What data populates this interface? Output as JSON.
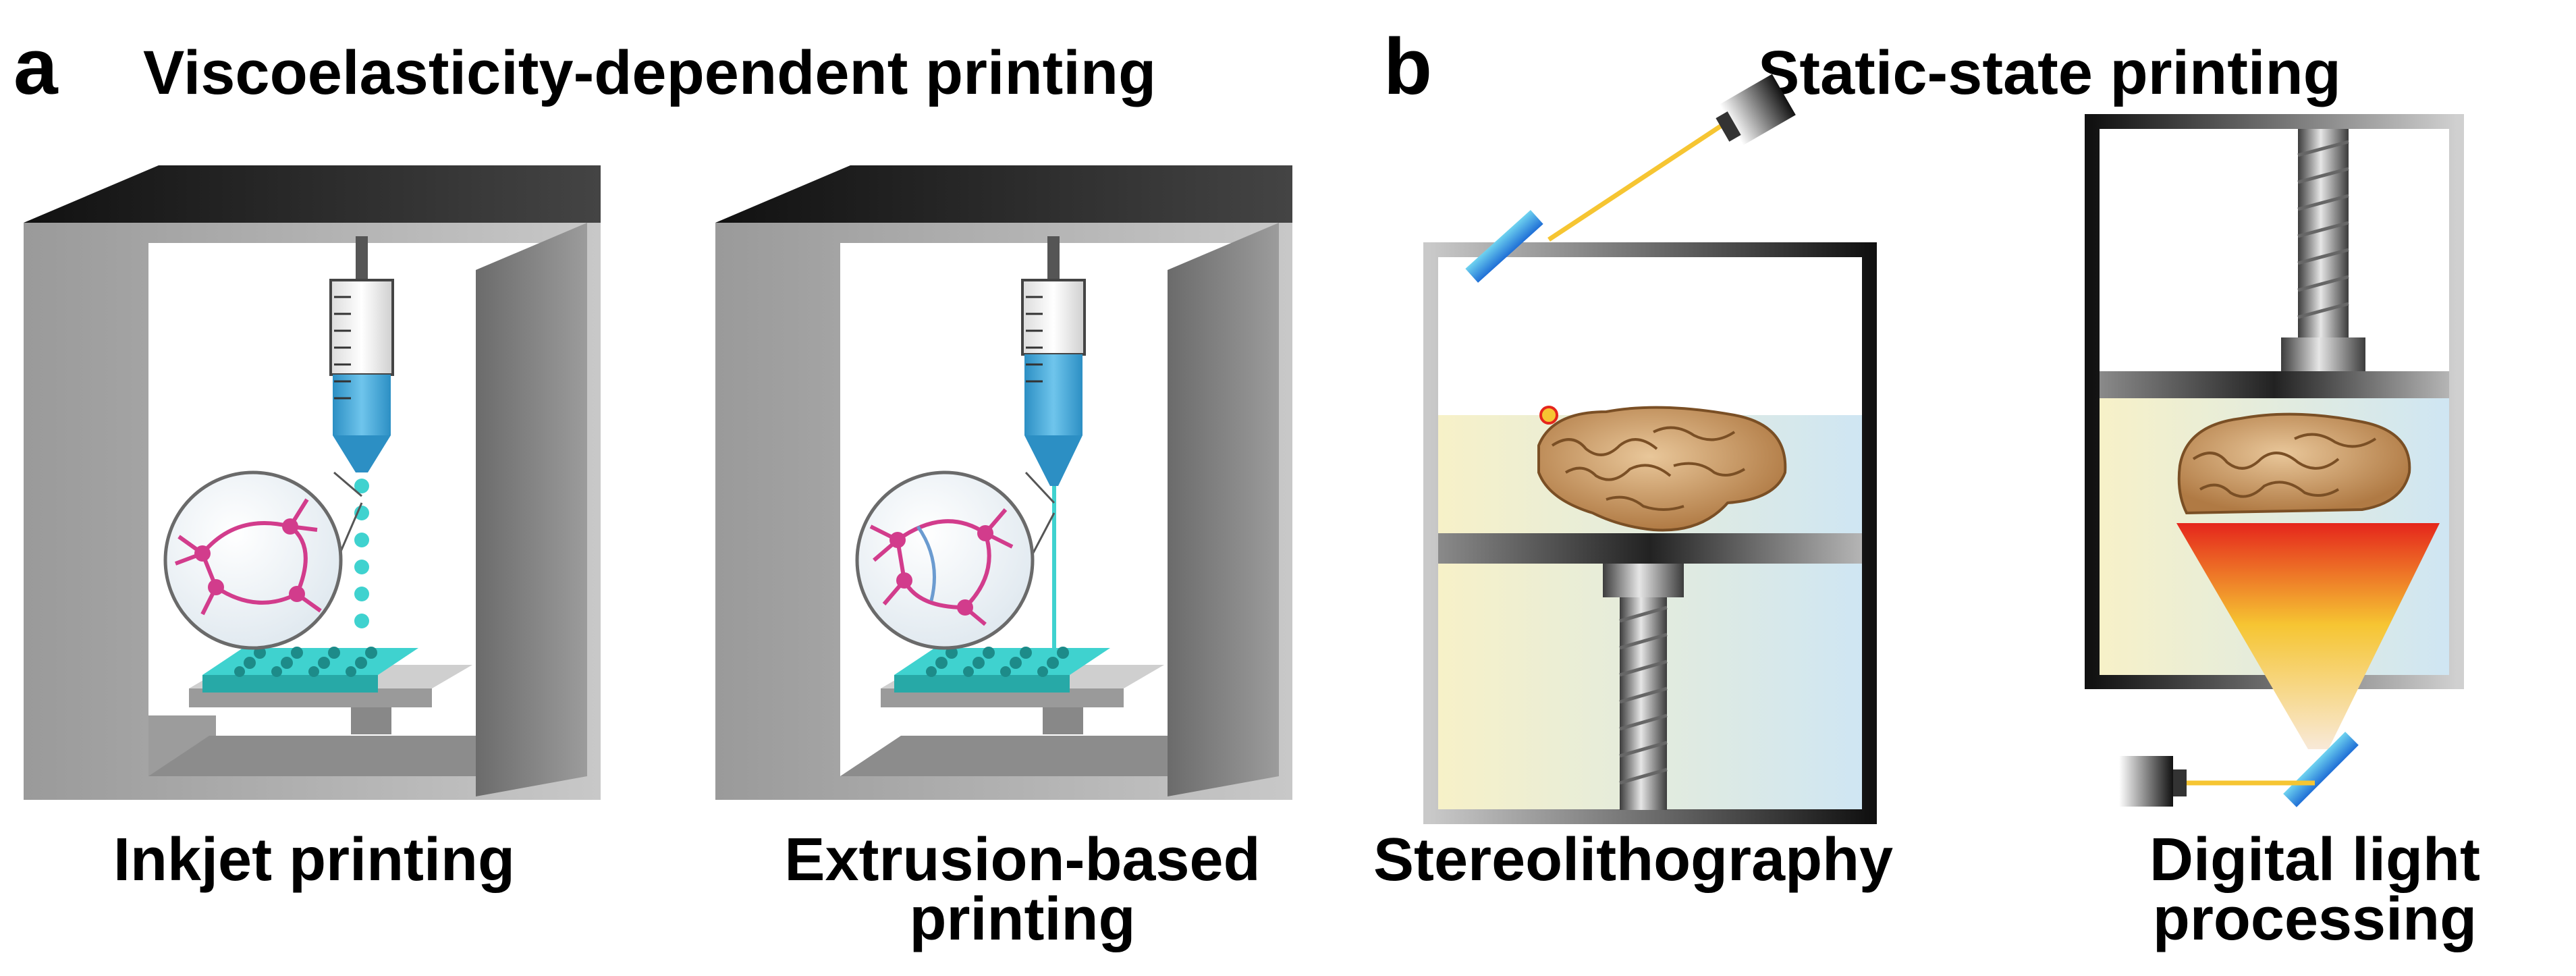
{
  "panel_a": {
    "letter": "a",
    "title": "Viscoelasticity-dependent printing",
    "inkjet_caption": "Inkjet printing",
    "extrusion_caption_line1": "Extrusion-based",
    "extrusion_caption_line2": "printing"
  },
  "panel_b": {
    "letter": "b",
    "title": "Static-state printing",
    "sla_caption": "Stereolithography",
    "dlp_caption_line1": "Digital light",
    "dlp_caption_line2": "processing"
  },
  "colors": {
    "bioink": "#3aa6d8",
    "well_plate": "#3fd2cf",
    "cells": "#d23c8c",
    "resin_left": "#f7f1c8",
    "resin_right": "#cfe6f3",
    "laser_hot": "#e5261c",
    "laser_warm": "#f6c532",
    "mirror": "#1f8ed6"
  }
}
